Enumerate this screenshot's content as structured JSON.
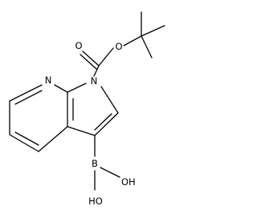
{
  "molecule": {
    "atoms": [
      {
        "id": "o_carbonyl",
        "label": "O"
      },
      {
        "id": "o_ester",
        "label": "O"
      },
      {
        "id": "n_pyridine",
        "label": "N"
      },
      {
        "id": "n_pyrrole",
        "label": "N"
      },
      {
        "id": "boron",
        "label": "B"
      },
      {
        "id": "oh_right",
        "label": "OH"
      },
      {
        "id": "ho_bottom",
        "label": "HO"
      }
    ]
  }
}
